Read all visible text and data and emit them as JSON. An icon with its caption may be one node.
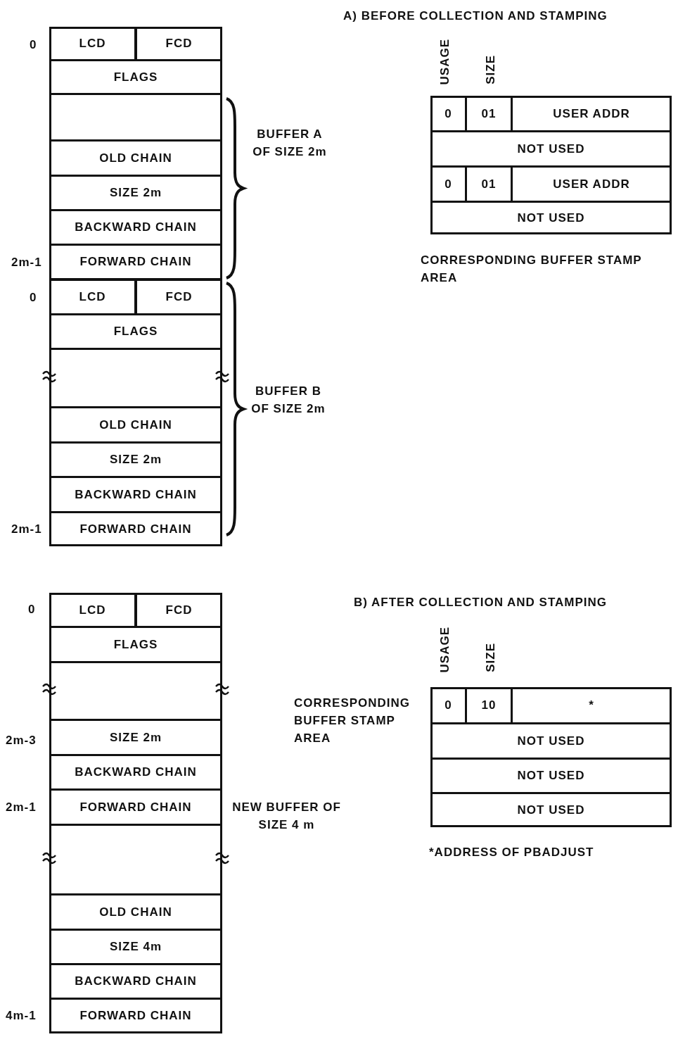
{
  "diagram": {
    "nodes": [
      {
        "text": [
          "LCD"
        ]
      },
      {
        "text": [
          "FCD"
        ]
      },
      {
        "text": [
          "FLAGS"
        ]
      },
      {
        "text": [],
        "shape": "box"
      },
      {
        "text": [
          "OLD CHAIN"
        ]
      },
      {
        "text": [
          "SIZE 2m"
        ]
      },
      {
        "text": [
          "BACKWARD CHAIN"
        ]
      },
      {
        "text": [
          "FORWARD CHAIN"
        ]
      },
      {
        "text": [
          "LCD"
        ]
      },
      {
        "text": [
          "FCD"
        ]
      },
      {
        "text": [
          "FLAGS"
        ]
      },
      {
        "text": [],
        "shape": "box"
      },
      {
        "text": [
          "OLD CHAIN"
        ]
      },
      {
        "text": [
          "SIZE 2m"
        ]
      },
      {
        "text": [
          "BACKWARD CHAIN"
        ]
      },
      {
        "text": [
          "FORWARD CHAIN"
        ]
      },
      {
        "text": [
          "0"
        ]
      },
      {
        "text": [
          "01"
        ]
      },
      {
        "text": [
          "USER ADDR"
        ]
      },
      {
        "text": [
          "NOT USED"
        ]
      },
      {
        "text": [
          "0"
        ]
      },
      {
        "text": [
          "01"
        ]
      },
      {
        "text": [
          "USER ADDR"
        ]
      },
      {
        "text": [
          "NOT USED"
        ]
      },
      {
        "text": [
          "LCD"
        ]
      },
      {
        "text": [
          "FCD"
        ]
      },
      {
        "text": [
          "FLAGS"
        ]
      },
      {
        "text": [],
        "shape": "box"
      },
      {
        "text": [
          "SIZE 2m"
        ]
      },
      {
        "text": [
          "BACKWARD CHAIN"
        ]
      },
      {
        "text": [
          "FORWARD CHAIN"
        ]
      },
      {
        "text": [],
        "shape": "box"
      },
      {
        "text": [
          "OLD CHAIN"
        ]
      },
      {
        "text": [
          "SIZE 4m"
        ]
      },
      {
        "text": [
          "BACKWARD CHAIN"
        ]
      },
      {
        "text": [
          "FORWARD CHAIN"
        ]
      },
      {
        "text": [
          "0"
        ]
      },
      {
        "text": [
          "10"
        ]
      },
      {
        "text": [
          "*"
        ]
      },
      {
        "text": [
          "NOT USED"
        ]
      },
      {
        "text": [
          "NOT USED"
        ]
      },
      {
        "text": [
          "NOT USED"
        ]
      }
    ],
    "labels": [
      "A) BEFORE COLLECTION AND STAMPING",
      "USAGE",
      "SIZE",
      "0",
      "BUFFER A OF SIZE 2m",
      "2m-1",
      "CORRESPONDING BUFFER STAMP AREA",
      "0",
      "BUFFER B OF SIZE 2m",
      "2m-1",
      "0",
      "B) AFTER COLLECTION AND STAMPING",
      "USAGE",
      "SIZE",
      "CORRESPONDING BUFFER STAMP AREA",
      "2m-3",
      "2m-1",
      "NEW BUFFER OF SIZE 4 m",
      "*ADDRESS OF PBADJUST",
      "4m-1"
    ]
  }
}
